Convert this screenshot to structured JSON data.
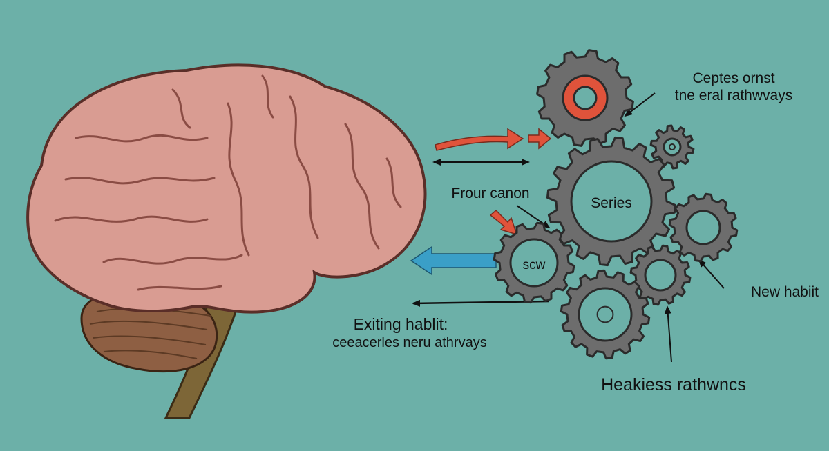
{
  "labels": {
    "top_right_line1": "Ceptes ornst",
    "top_right_line2": "tne eral rathwvays",
    "middle": "Frour canon",
    "gear_large": "Series",
    "gear_medium": "scw",
    "right_side": "New habiit",
    "existing_line1": "Exiting hablit:",
    "existing_line2": "ceeacerles neru athrvays",
    "bottom": "Heakiess rathwncs"
  },
  "colors": {
    "background": "#6cb0a8",
    "brain": "#d99c92",
    "cerebellum": "#8e5f43",
    "stem": "#7d6637",
    "gear": "#6d6d6d",
    "arrow_red": "#e0533b",
    "arrow_blue": "#3a9fc7"
  }
}
